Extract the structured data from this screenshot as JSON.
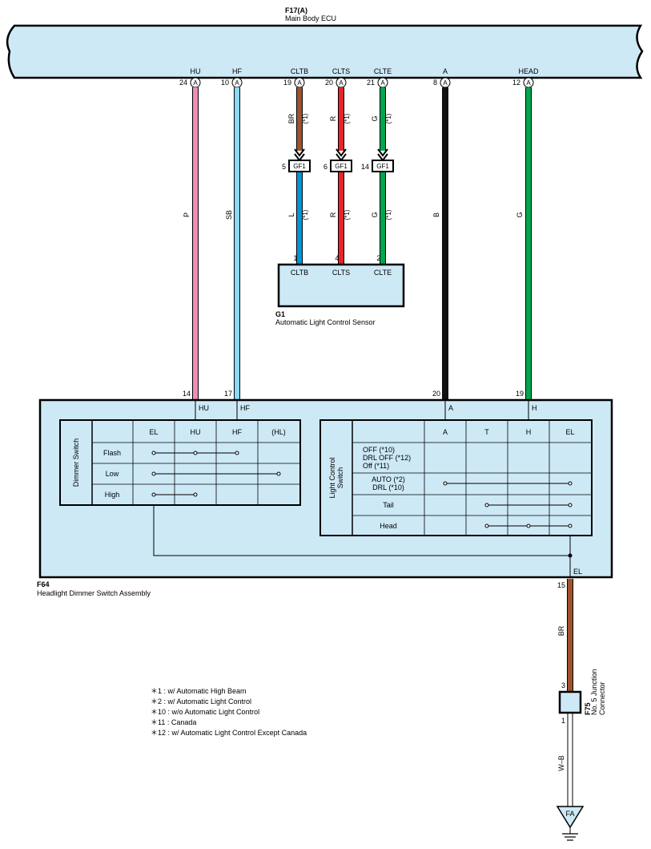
{
  "ecu": {
    "ref": "F17(A)",
    "name": "Main Body ECU"
  },
  "ecu_pins": [
    {
      "signal": "HU",
      "pin": "24",
      "conn": "A"
    },
    {
      "signal": "HF",
      "pin": "10",
      "conn": "A"
    },
    {
      "signal": "CLTB",
      "pin": "19",
      "conn": "A"
    },
    {
      "signal": "CLTS",
      "pin": "20",
      "conn": "A"
    },
    {
      "signal": "CLTE",
      "pin": "21",
      "conn": "A"
    },
    {
      "signal": "A",
      "pin": "8",
      "conn": "A"
    },
    {
      "signal": "HEAD",
      "pin": "12",
      "conn": "A"
    }
  ],
  "wires": {
    "hu": {
      "label": "P",
      "color": "#f08cb8"
    },
    "hf": {
      "label": "SB",
      "color": "#8ed8f8"
    },
    "cltb_top": {
      "label": "BR",
      "note": "(*1)",
      "color": "#a0522d"
    },
    "clts_top": {
      "label": "R",
      "note": "(*1)",
      "color": "#e8232a"
    },
    "clte_top": {
      "label": "G",
      "note": "(*1)",
      "color": "#00a651"
    },
    "cltb_bot": {
      "label": "L",
      "note": "(*1)",
      "color": "#0096dc"
    },
    "clts_bot": {
      "label": "R",
      "note": "(*1)",
      "color": "#e8232a"
    },
    "clte_bot": {
      "label": "G",
      "note": "(*1)",
      "color": "#00a651"
    },
    "a": {
      "label": "B",
      "color": "#111111"
    },
    "head": {
      "label": "G",
      "color": "#00a651"
    },
    "el": {
      "label": "BR",
      "color": "#a0522d"
    },
    "ground": {
      "label": "W–B",
      "color": "#555555"
    }
  },
  "gf1": {
    "label": "GF1",
    "pins": [
      "5",
      "6",
      "14"
    ]
  },
  "sensor": {
    "ref": "G1",
    "name": "Automatic Light Control Sensor",
    "pins": [
      {
        "num": "1",
        "name": "CLTB"
      },
      {
        "num": "4",
        "name": "CLTS"
      },
      {
        "num": "2",
        "name": "CLTE"
      }
    ]
  },
  "switch_assy": {
    "ref": "F64",
    "name": "Headlight Dimmer Switch Assembly",
    "pins": [
      {
        "num": "14",
        "name": "HU"
      },
      {
        "num": "17",
        "name": "HF"
      },
      {
        "num": "20",
        "name": "A"
      },
      {
        "num": "19",
        "name": "H"
      },
      {
        "num": "15",
        "name": "EL"
      }
    ]
  },
  "dimmer_switch": {
    "title": "Dimmer Switch",
    "columns": [
      "EL",
      "HU",
      "HF",
      "(HL)"
    ],
    "rows": [
      "Flash",
      "Low",
      "High"
    ]
  },
  "light_switch": {
    "title_line1": "Light Control",
    "title_line2": "Switch",
    "columns": [
      "A",
      "T",
      "H",
      "EL"
    ],
    "rows": [
      {
        "lines": [
          "OFF (*10)",
          "DRL OFF (*12)",
          "Off (*11)"
        ]
      },
      {
        "lines": [
          "AUTO (*2)",
          "DRL (*10)"
        ]
      },
      {
        "lines": [
          "Tail"
        ]
      },
      {
        "lines": [
          "Head"
        ]
      }
    ]
  },
  "junction": {
    "ref": "F75",
    "name_line1": "No. 5 Junction",
    "name_line2": "Connector",
    "pin_top": "3",
    "pin_bottom": "1"
  },
  "ground_point": "FA",
  "notes": [
    "＊1 : w/ Automatic High Beam",
    "＊2 : w/ Automatic Light Control",
    "＊10 : w/o Automatic Light Control",
    "＊11 : Canada",
    "＊12 : w/ Automatic Light Control Except Canada"
  ]
}
